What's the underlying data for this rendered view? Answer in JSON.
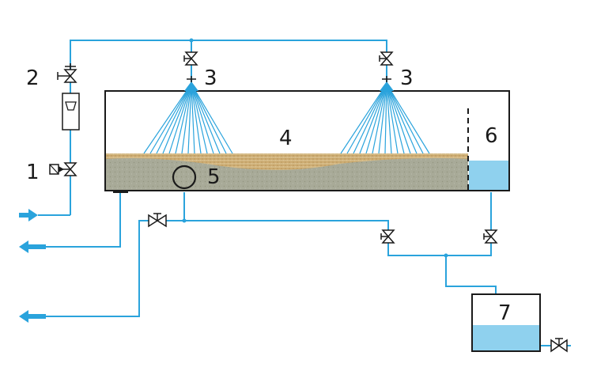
{
  "labels": {
    "valve_1": "1",
    "valve_2": "2",
    "nozzle_left": "3",
    "nozzle_right": "3",
    "chamber": "4",
    "sample_point": "5",
    "overflow_compartment": "6",
    "collection_tank": "7"
  },
  "colors": {
    "pipe": "#2aa3dc",
    "water": "#8fd1ee",
    "soil": "#a9a99a",
    "sand": "#c9a86a",
    "outline": "#1a1a1a"
  },
  "icons": {
    "inlet_arrow": "arrow-right-icon",
    "outlet_arrow": "arrow-left-icon",
    "valve": "gate-valve-icon"
  }
}
